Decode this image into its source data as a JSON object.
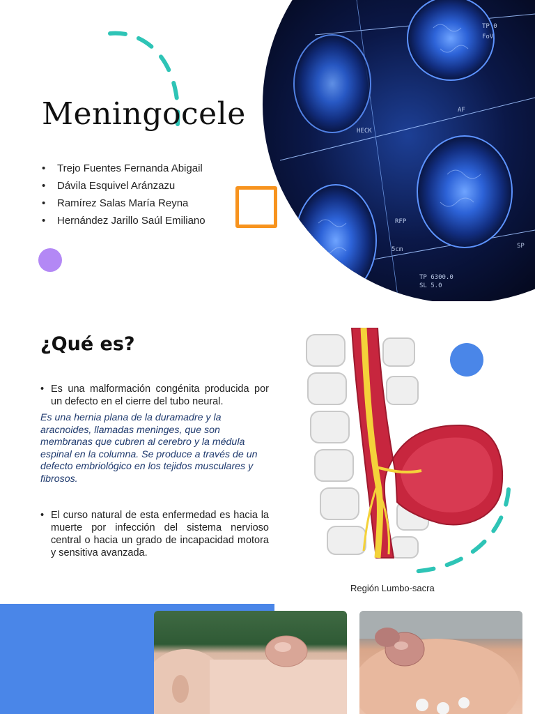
{
  "slide1": {
    "title": "Meningocele",
    "authors": [
      "Trejo Fuentes Fernanda Abigail",
      "Dávila Esquivel Aránzazu",
      "Ramírez Salas María Reyna",
      "Hernández Jarillo Saúl Emiliano"
    ],
    "image": "brain-mri-scan-image",
    "colors": {
      "accent_teal": "#2ec4b6",
      "accent_orange": "#f7931e",
      "accent_purple": "#b388f5"
    }
  },
  "slide2": {
    "heading": "¿Qué es?",
    "bullet1": "Es una malformación congénita producida por un defecto en el cierre del tubo neural.",
    "definition": "Es una hernia plana de la duramadre y la aracnoides, llamadas meninges, que son membranas que cubren al cerebro y la médula espinal en la columna. Se produce a través de un defecto embriológico en los tejidos musculares y fibrosos.",
    "bullet2": "El curso natural de esta enfermedad es hacia la muerte por infección del sistema nervioso central o hacia un grado de incapacidad motora y sensitiva avanzada.",
    "image_caption": "Región Lumbo-sacra",
    "images": [
      "spine-meningocele-illustration",
      "infant-lumbar-meningocele-photo",
      "infant-meningocele-photo"
    ],
    "colors": {
      "accent_blue": "#4a86e8",
      "definition_text": "#1f3a6e"
    }
  }
}
